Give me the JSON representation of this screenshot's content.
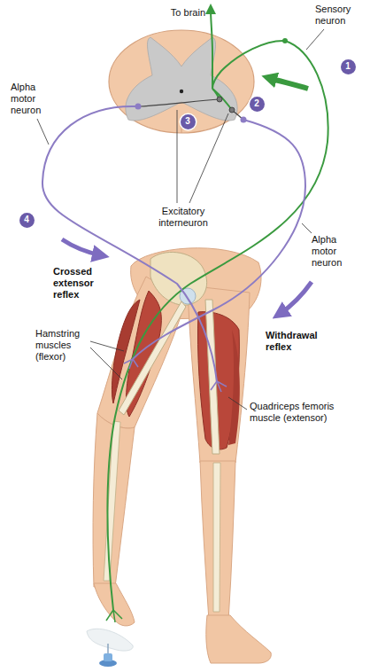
{
  "diagram": {
    "nodes": [
      {
        "text": [
          "1"
        ]
      },
      {
        "text": [
          "2"
        ]
      },
      {
        "text": [
          "3"
        ]
      },
      {
        "text": [
          "4"
        ]
      }
    ],
    "labels": [
      "To brain",
      "Sensory neuron",
      "Alpha motor neuron",
      "Excitatory interneuron",
      "Alpha motor neuron",
      "Crossed extensor reflex",
      "Withdrawal reflex",
      "Hamstring muscles (flexor)",
      "Quadriceps femoris muscle (extensor)"
    ]
  }
}
